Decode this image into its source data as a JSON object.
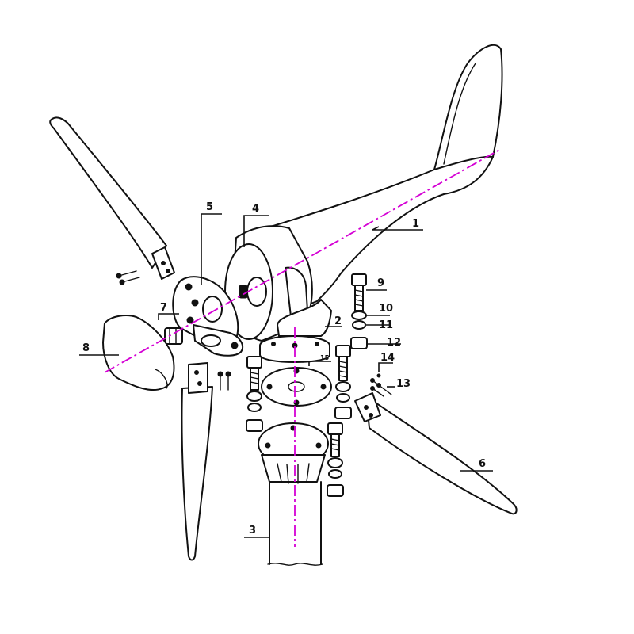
{
  "diagram": {
    "axis_color": "#d400d4",
    "line_color": "#111111",
    "callouts": [
      {
        "id": "c1",
        "text": "1"
      },
      {
        "id": "c2",
        "text": "2"
      },
      {
        "id": "c3",
        "text": "3"
      },
      {
        "id": "c4",
        "text": "4"
      },
      {
        "id": "c5",
        "text": "5"
      },
      {
        "id": "c6",
        "text": "6"
      },
      {
        "id": "c7",
        "text": "7"
      },
      {
        "id": "c8",
        "text": "8"
      },
      {
        "id": "c9",
        "text": "9"
      },
      {
        "id": "c10",
        "text": "10"
      },
      {
        "id": "c11",
        "text": "11"
      },
      {
        "id": "c12",
        "text": "12"
      },
      {
        "id": "c13",
        "text": "13"
      },
      {
        "id": "c14",
        "text": "14"
      },
      {
        "id": "c15",
        "text": "15"
      }
    ]
  }
}
